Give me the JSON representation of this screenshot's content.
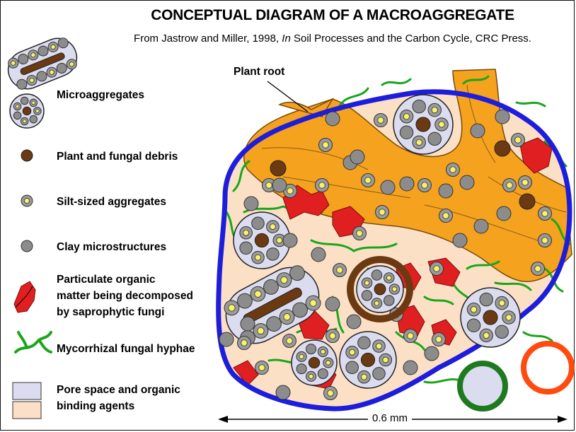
{
  "title": "CONCEPTUAL DIAGRAM OF A MACROAGGREGATE",
  "subtitle": {
    "prefix": "From Jastrow and Miller, 1998, ",
    "italic": "In",
    "suffix": " Soil Processes and the Carbon Cycle, CRC Press."
  },
  "labels": {
    "plant_root": "Plant root",
    "scale": "0.6 mm"
  },
  "legend": [
    {
      "id": "microaggregates",
      "label": "Microaggregates"
    },
    {
      "id": "debris",
      "label": "Plant and fungal debris"
    },
    {
      "id": "silt",
      "label": "Silt-sized aggregates"
    },
    {
      "id": "clay",
      "label": "Clay microstructures"
    },
    {
      "id": "pom_line1",
      "label": "Particulate organic"
    },
    {
      "id": "pom_line2",
      "label": "matter being decomposed"
    },
    {
      "id": "pom_line3",
      "label": "by saprophytic fungi"
    },
    {
      "id": "hyphae",
      "label": "Mycorrhizal fungal hyphae"
    },
    {
      "id": "pore_line1",
      "label": "Pore space and organic"
    },
    {
      "id": "pore_line2",
      "label": "binding agents"
    }
  ],
  "colors": {
    "boundary": "#1d1ddb",
    "root": "#f5a21e",
    "pore": "#fbe0c6",
    "micro_fill": "#dcdcf0",
    "debris": "#6b3a12",
    "silt_outer": "#9a9a9a",
    "silt_inner": "#f7f36a",
    "clay": "#8c8c8c",
    "pom": "#e02020",
    "hyphae": "#1aa61a",
    "ring_brown": "#6b3a12",
    "ring_green": "#1e7a1e",
    "ring_orange": "#ff4a10"
  }
}
